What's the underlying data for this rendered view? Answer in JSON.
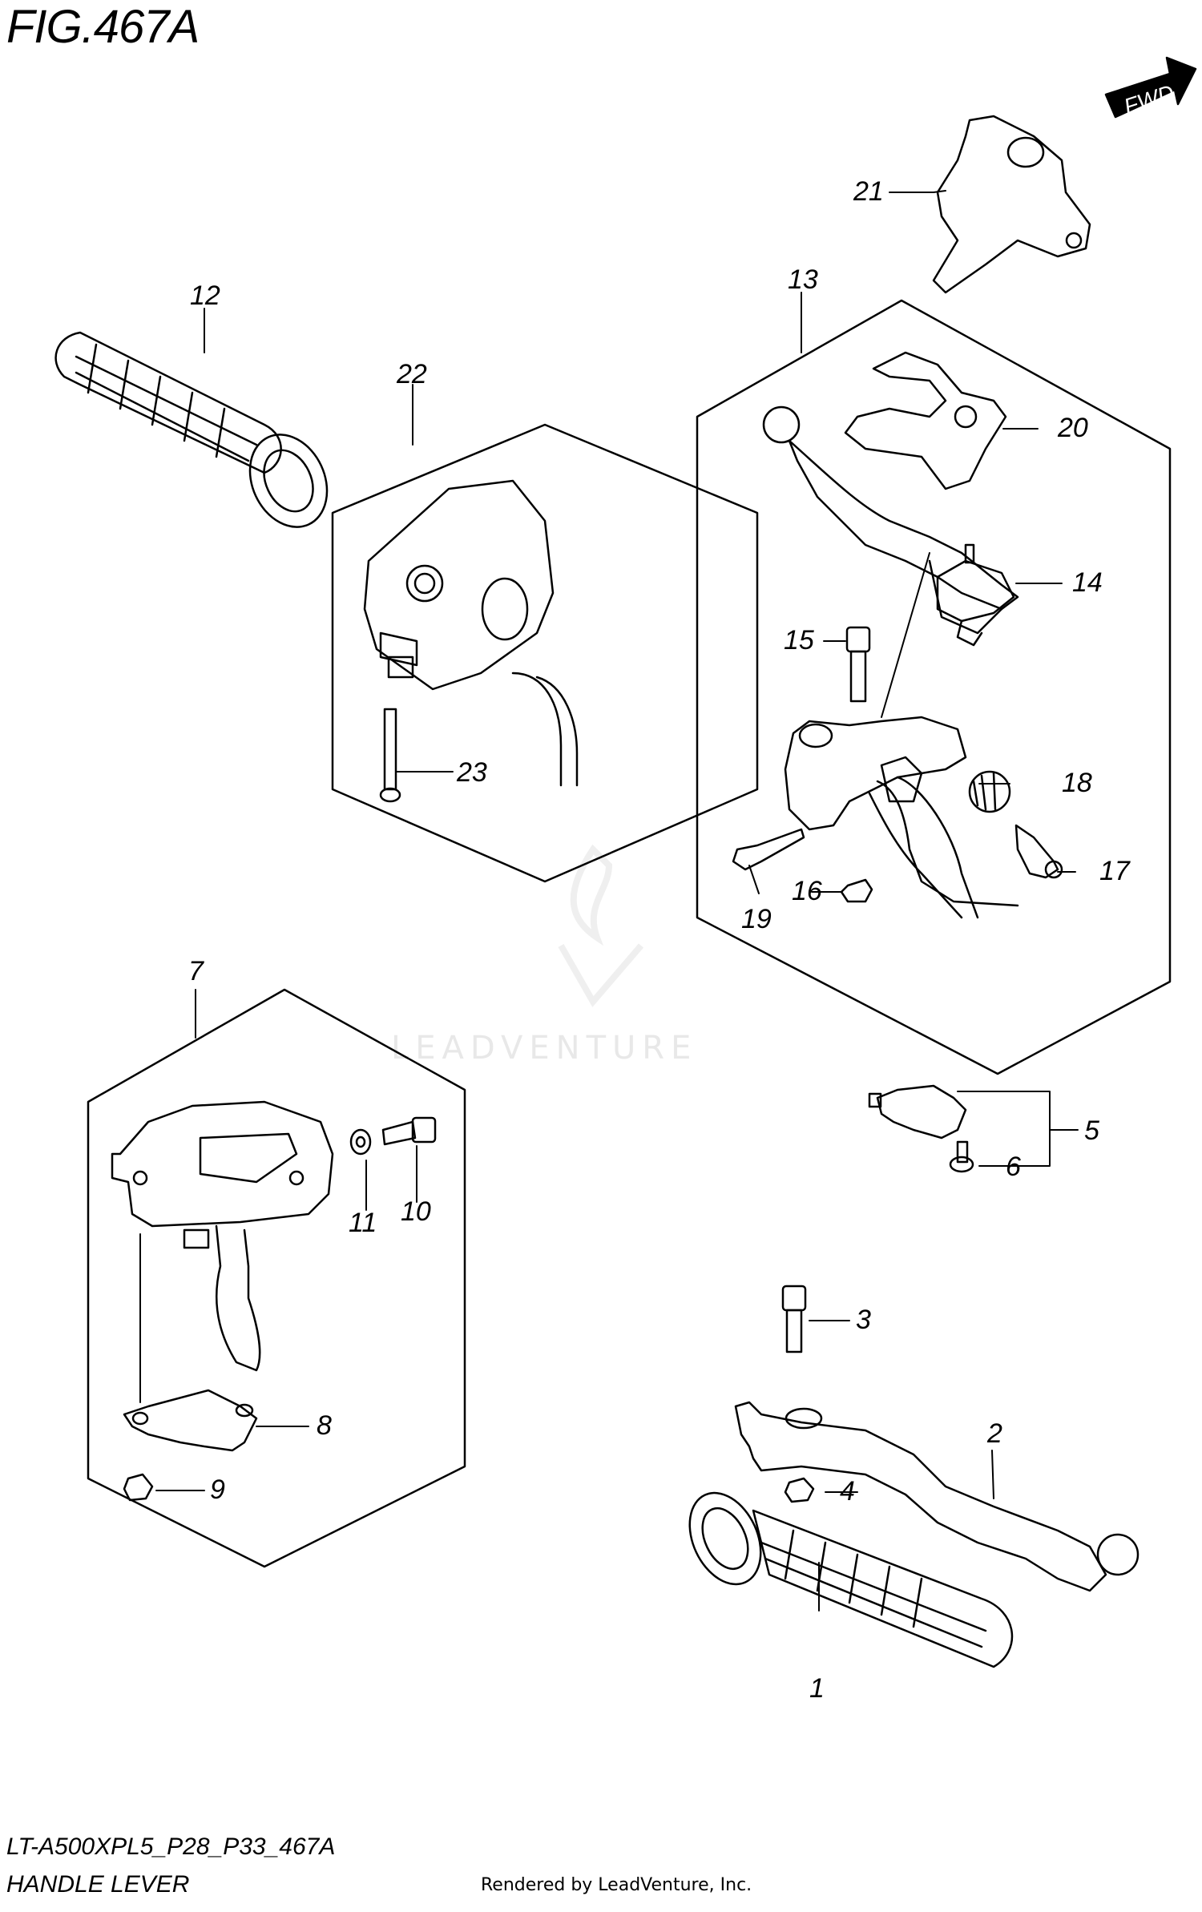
{
  "figure": {
    "title": "FIG.467A",
    "code": "LT-A500XPL5_P28_P33_467A",
    "name": "HANDLE LEVER",
    "rendered_by": "Rendered by LeadVenture, Inc.",
    "watermark": "LEADVENTURE",
    "direction_marker": "FWD"
  },
  "callouts": {
    "c1": "1",
    "c2": "2",
    "c3": "3",
    "c4": "4",
    "c5": "5",
    "c6": "6",
    "c7": "7",
    "c8": "8",
    "c9": "9",
    "c10": "10",
    "c11": "11",
    "c12": "12",
    "c13": "13",
    "c14": "14",
    "c15": "15",
    "c16": "16",
    "c17": "17",
    "c18": "18",
    "c19": "19",
    "c20": "20",
    "c21": "21",
    "c22": "22",
    "c23": "23"
  },
  "parts": [
    {
      "ref": "1",
      "part": "grip-right"
    },
    {
      "ref": "2",
      "part": "brake-lever"
    },
    {
      "ref": "3",
      "part": "lever-bolt"
    },
    {
      "ref": "4",
      "part": "nut"
    },
    {
      "ref": "5",
      "part": "brake-switch"
    },
    {
      "ref": "6",
      "part": "screw"
    },
    {
      "ref": "7",
      "part": "throttle-case-assembly"
    },
    {
      "ref": "8",
      "part": "throttle-cover-plate"
    },
    {
      "ref": "9",
      "part": "nut"
    },
    {
      "ref": "10",
      "part": "screw"
    },
    {
      "ref": "11",
      "part": "washer"
    },
    {
      "ref": "12",
      "part": "grip-left"
    },
    {
      "ref": "13",
      "part": "lever-holder-assembly"
    },
    {
      "ref": "14",
      "part": "lever-holder"
    },
    {
      "ref": "15",
      "part": "lever-bolt"
    },
    {
      "ref": "16",
      "part": "nut"
    },
    {
      "ref": "17",
      "part": "adjuster"
    },
    {
      "ref": "18",
      "part": "cap"
    },
    {
      "ref": "19",
      "part": "bolt"
    },
    {
      "ref": "20",
      "part": "parking-lock"
    },
    {
      "ref": "21",
      "part": "lever-guard"
    },
    {
      "ref": "22",
      "part": "handlebar-switch-assembly"
    },
    {
      "ref": "23",
      "part": "screw"
    }
  ]
}
